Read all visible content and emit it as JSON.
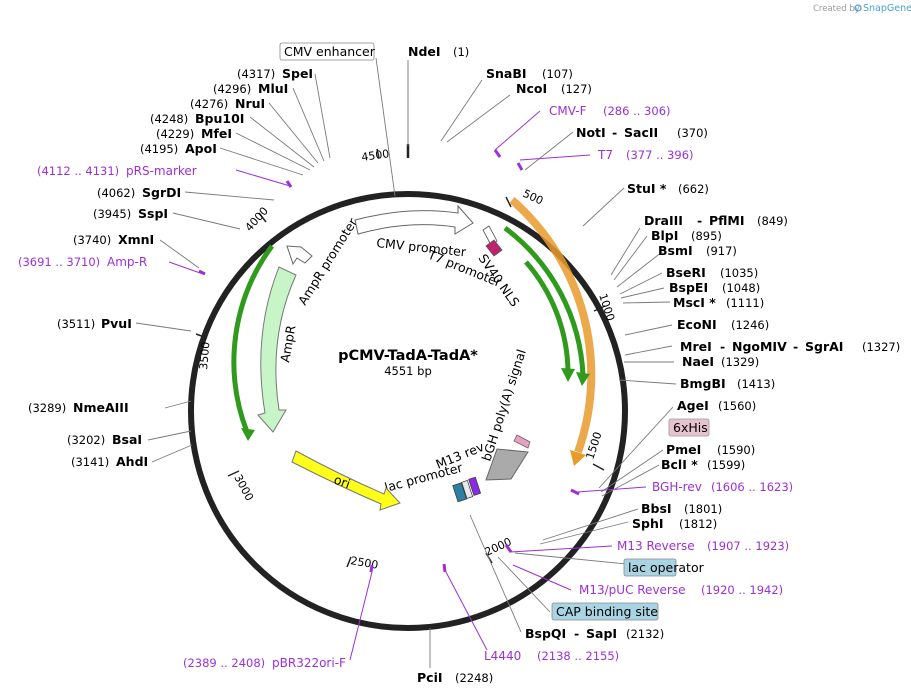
{
  "header": {
    "credit_prefix": "Created by",
    "credit_brand": "SnapGene"
  },
  "map": {
    "title": "pCMV-TadA-TadA*",
    "length_label": "4551 bp",
    "ticks": [
      "500",
      "1000",
      "1500",
      "2000",
      "2500",
      "3000",
      "3500",
      "4000",
      "4500"
    ],
    "features_inner": {
      "cmv_promoter": "CMV promoter",
      "t7_promoter": "T7 promoter",
      "sv40_nls": "SV40 NLS",
      "bgh_polya": "bGH poly(A) signal",
      "m13_rev": "M13 rev",
      "lac_promoter": "lac promoter",
      "ori": "ori",
      "ampr": "AmpR",
      "ampr_promoter": "AmpR promoter"
    }
  },
  "sites": [
    {
      "name": "NdeI",
      "pos": "(1)"
    },
    {
      "name": "SnaBI",
      "pos": "(107)"
    },
    {
      "name": "NcoI",
      "pos": "(127)"
    },
    {
      "name": "NotI",
      "pos": "(370)"
    },
    {
      "name": "SacII",
      "pos": ""
    },
    {
      "name": "StuI *",
      "pos": "(662)"
    },
    {
      "name": "DraIII",
      "pos": ""
    },
    {
      "name": "PflMI",
      "pos": "(849)"
    },
    {
      "name": "BlpI",
      "pos": "(895)"
    },
    {
      "name": "BsmI",
      "pos": "(917)"
    },
    {
      "name": "BseRI",
      "pos": "(1035)"
    },
    {
      "name": "BspEI",
      "pos": "(1048)"
    },
    {
      "name": "MscI *",
      "pos": "(1111)"
    },
    {
      "name": "EcoNI",
      "pos": "(1246)"
    },
    {
      "name": "MreI",
      "pos": ""
    },
    {
      "name": "NgoMIV",
      "pos": ""
    },
    {
      "name": "SgrAI",
      "pos": "(1327)"
    },
    {
      "name": "NaeI",
      "pos": "(1329)"
    },
    {
      "name": "BmgBI",
      "pos": "(1413)"
    },
    {
      "name": "AgeI",
      "pos": "(1560)"
    },
    {
      "name": "PmeI",
      "pos": "(1590)"
    },
    {
      "name": "BclI *",
      "pos": "(1599)"
    },
    {
      "name": "BbsI",
      "pos": "(1801)"
    },
    {
      "name": "SphI",
      "pos": "(1812)"
    },
    {
      "name": "BspQI",
      "pos": ""
    },
    {
      "name": "SapI",
      "pos": "(2132)"
    },
    {
      "name": "PciI",
      "pos": "(2248)"
    },
    {
      "name": "AhdI",
      "pos": "(3141)"
    },
    {
      "name": "BsaI",
      "pos": "(3202)"
    },
    {
      "name": "NmeAIII",
      "pos": "(3289)"
    },
    {
      "name": "PvuI",
      "pos": "(3511)"
    },
    {
      "name": "XmnI",
      "pos": "(3740)"
    },
    {
      "name": "SspI",
      "pos": "(3945)"
    },
    {
      "name": "SgrDI",
      "pos": "(4062)"
    },
    {
      "name": "ApoI",
      "pos": "(4195)"
    },
    {
      "name": "MfeI",
      "pos": "(4229)"
    },
    {
      "name": "Bpu10I",
      "pos": "(4248)"
    },
    {
      "name": "NruI",
      "pos": "(4276)"
    },
    {
      "name": "MluI",
      "pos": "(4296)"
    },
    {
      "name": "SpeI",
      "pos": "(4317)"
    }
  ],
  "primers": [
    {
      "name": "CMV-F",
      "pos": "(286 .. 306)"
    },
    {
      "name": "T7",
      "pos": "(377 .. 396)"
    },
    {
      "name": "BGH-rev",
      "pos": "(1606 .. 1623)"
    },
    {
      "name": "M13 Reverse",
      "pos": "(1907 .. 1923)"
    },
    {
      "name": "M13/pUC Reverse",
      "pos": "(1920 .. 1942)"
    },
    {
      "name": "L4440",
      "pos": "(2138 .. 2155)"
    },
    {
      "name": "pBR322ori-F",
      "pos": "(2389 .. 2408)"
    },
    {
      "name": "Amp-R",
      "pos": "(3691 .. 3710)"
    },
    {
      "name": "pRS-marker",
      "pos": "(4112 .. 4131)"
    }
  ],
  "boxed": {
    "cmv_enhancer": "CMV enhancer",
    "his6": "6xHis",
    "lac_operator": "lac operator",
    "cap_site": "CAP binding site"
  },
  "colors": {
    "backbone": "#222222",
    "primer": "#9b30d9",
    "tada": "#e89a2b",
    "green_feature": "#2f9a1c",
    "ampr_fill": "#c8f5c8",
    "ori_fill": "#ffff1a",
    "promoter_fill": "#ffffff",
    "his_box": "#e7c3cf",
    "lac_box": "#a9d4e4"
  }
}
